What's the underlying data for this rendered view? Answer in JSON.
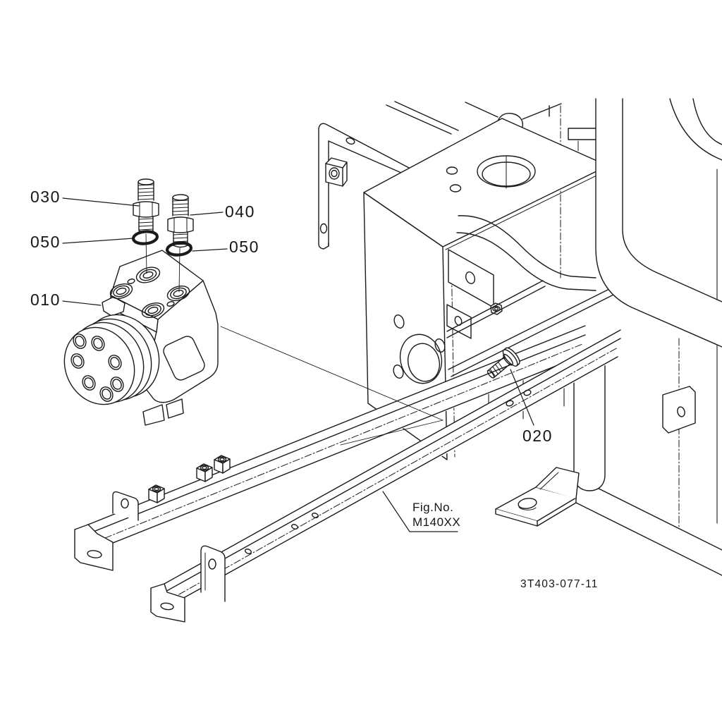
{
  "meta": {
    "background_color": "#ffffff",
    "line_color": "#1a1a1a",
    "description_visible_text_only": true
  },
  "callouts": {
    "c010": {
      "label": "010"
    },
    "c020": {
      "label": "020"
    },
    "c030": {
      "label": "030"
    },
    "c040": {
      "label": "040"
    },
    "c050a": {
      "label": "050"
    },
    "c050b": {
      "label": "050"
    }
  },
  "figure_flag": {
    "label": "Fig.No.",
    "value": "M140XX"
  },
  "drawing_number": "3T403-077-11"
}
